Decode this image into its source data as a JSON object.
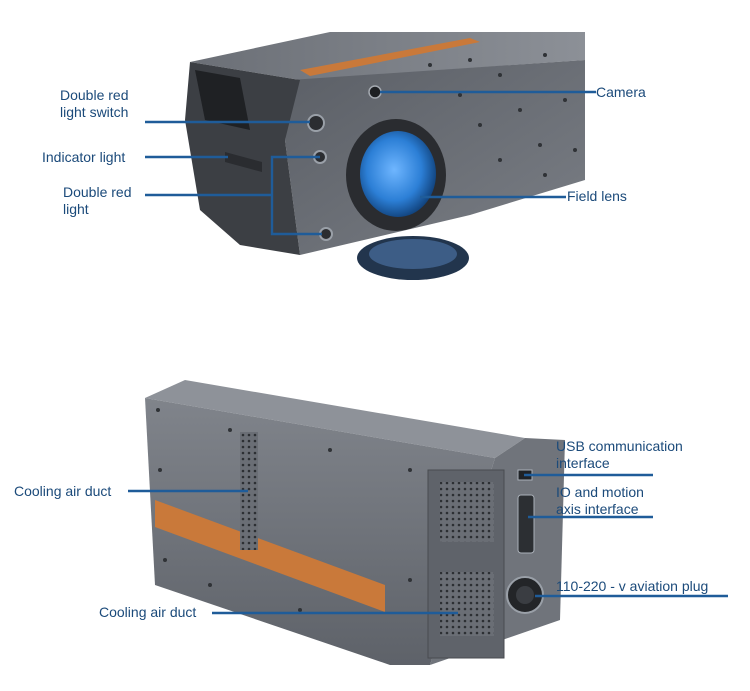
{
  "colors": {
    "leader": "#1f5c99",
    "label_text": "#1b4a7a",
    "body_dark": "#4a4d53",
    "body_mid": "#6b6f76",
    "body_light": "#8c9097",
    "stripe": "#c9793a",
    "lens_blue": "#2c7fd6"
  },
  "top_device": {
    "labels": {
      "double_red_light_switch": "Double red\nlight switch",
      "indicator_light": "Indicator light",
      "double_red_light": "Double red\nlight",
      "camera": "Camera",
      "field_lens": "Field lens"
    }
  },
  "bottom_device": {
    "labels": {
      "cooling_air_duct_side": "Cooling air duct",
      "cooling_air_duct_front": "Cooling air duct",
      "usb_interface": "USB communication\n interface",
      "io_motion_interface": "IO and motion\naxis interface",
      "aviation_plug": "110-220 - v aviation plug"
    }
  }
}
